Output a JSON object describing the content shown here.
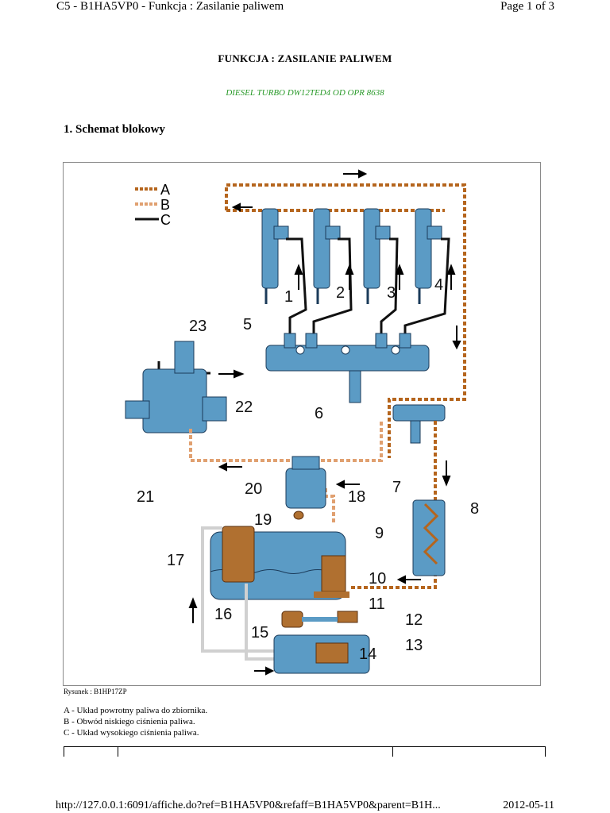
{
  "header": {
    "left": "C5 - B1HA5VP0 - Funkcja : Zasilanie paliwem",
    "right": "Page 1 of 3"
  },
  "doc": {
    "title": "FUNKCJA : ZASILANIE PALIWEM",
    "subtitle": "DIESEL TURBO DW12TED4 OD OPR 8638",
    "section": "1. Schemat blokowy"
  },
  "figure": {
    "legend_keys": [
      "A",
      "B",
      "C"
    ],
    "labels": [
      "1",
      "2",
      "3",
      "4",
      "5",
      "6",
      "7",
      "8",
      "9",
      "10",
      "11",
      "12",
      "13",
      "14",
      "15",
      "16",
      "17",
      "18",
      "19",
      "20",
      "21",
      "22",
      "23"
    ],
    "caption": "Rysunek : B1HP17ZP",
    "colors": {
      "return_line": "#b5651d",
      "low_pressure": "#e0a070",
      "high_pressure": "#111111",
      "component": "#5b9bc5",
      "orange_part": "#b07030"
    }
  },
  "legend": {
    "a": "A - Układ powrotny paliwa do zbiornika.",
    "b": "B - Obwód niskiego ciśnienia paliwa.",
    "c": "C - Układ wysokiego ciśnienia paliwa."
  },
  "footer": {
    "url": "http://127.0.0.1:6091/affiche.do?ref=B1HA5VP0&refaff=B1HA5VP0&parent=B1H...",
    "date": "2012-05-11"
  }
}
